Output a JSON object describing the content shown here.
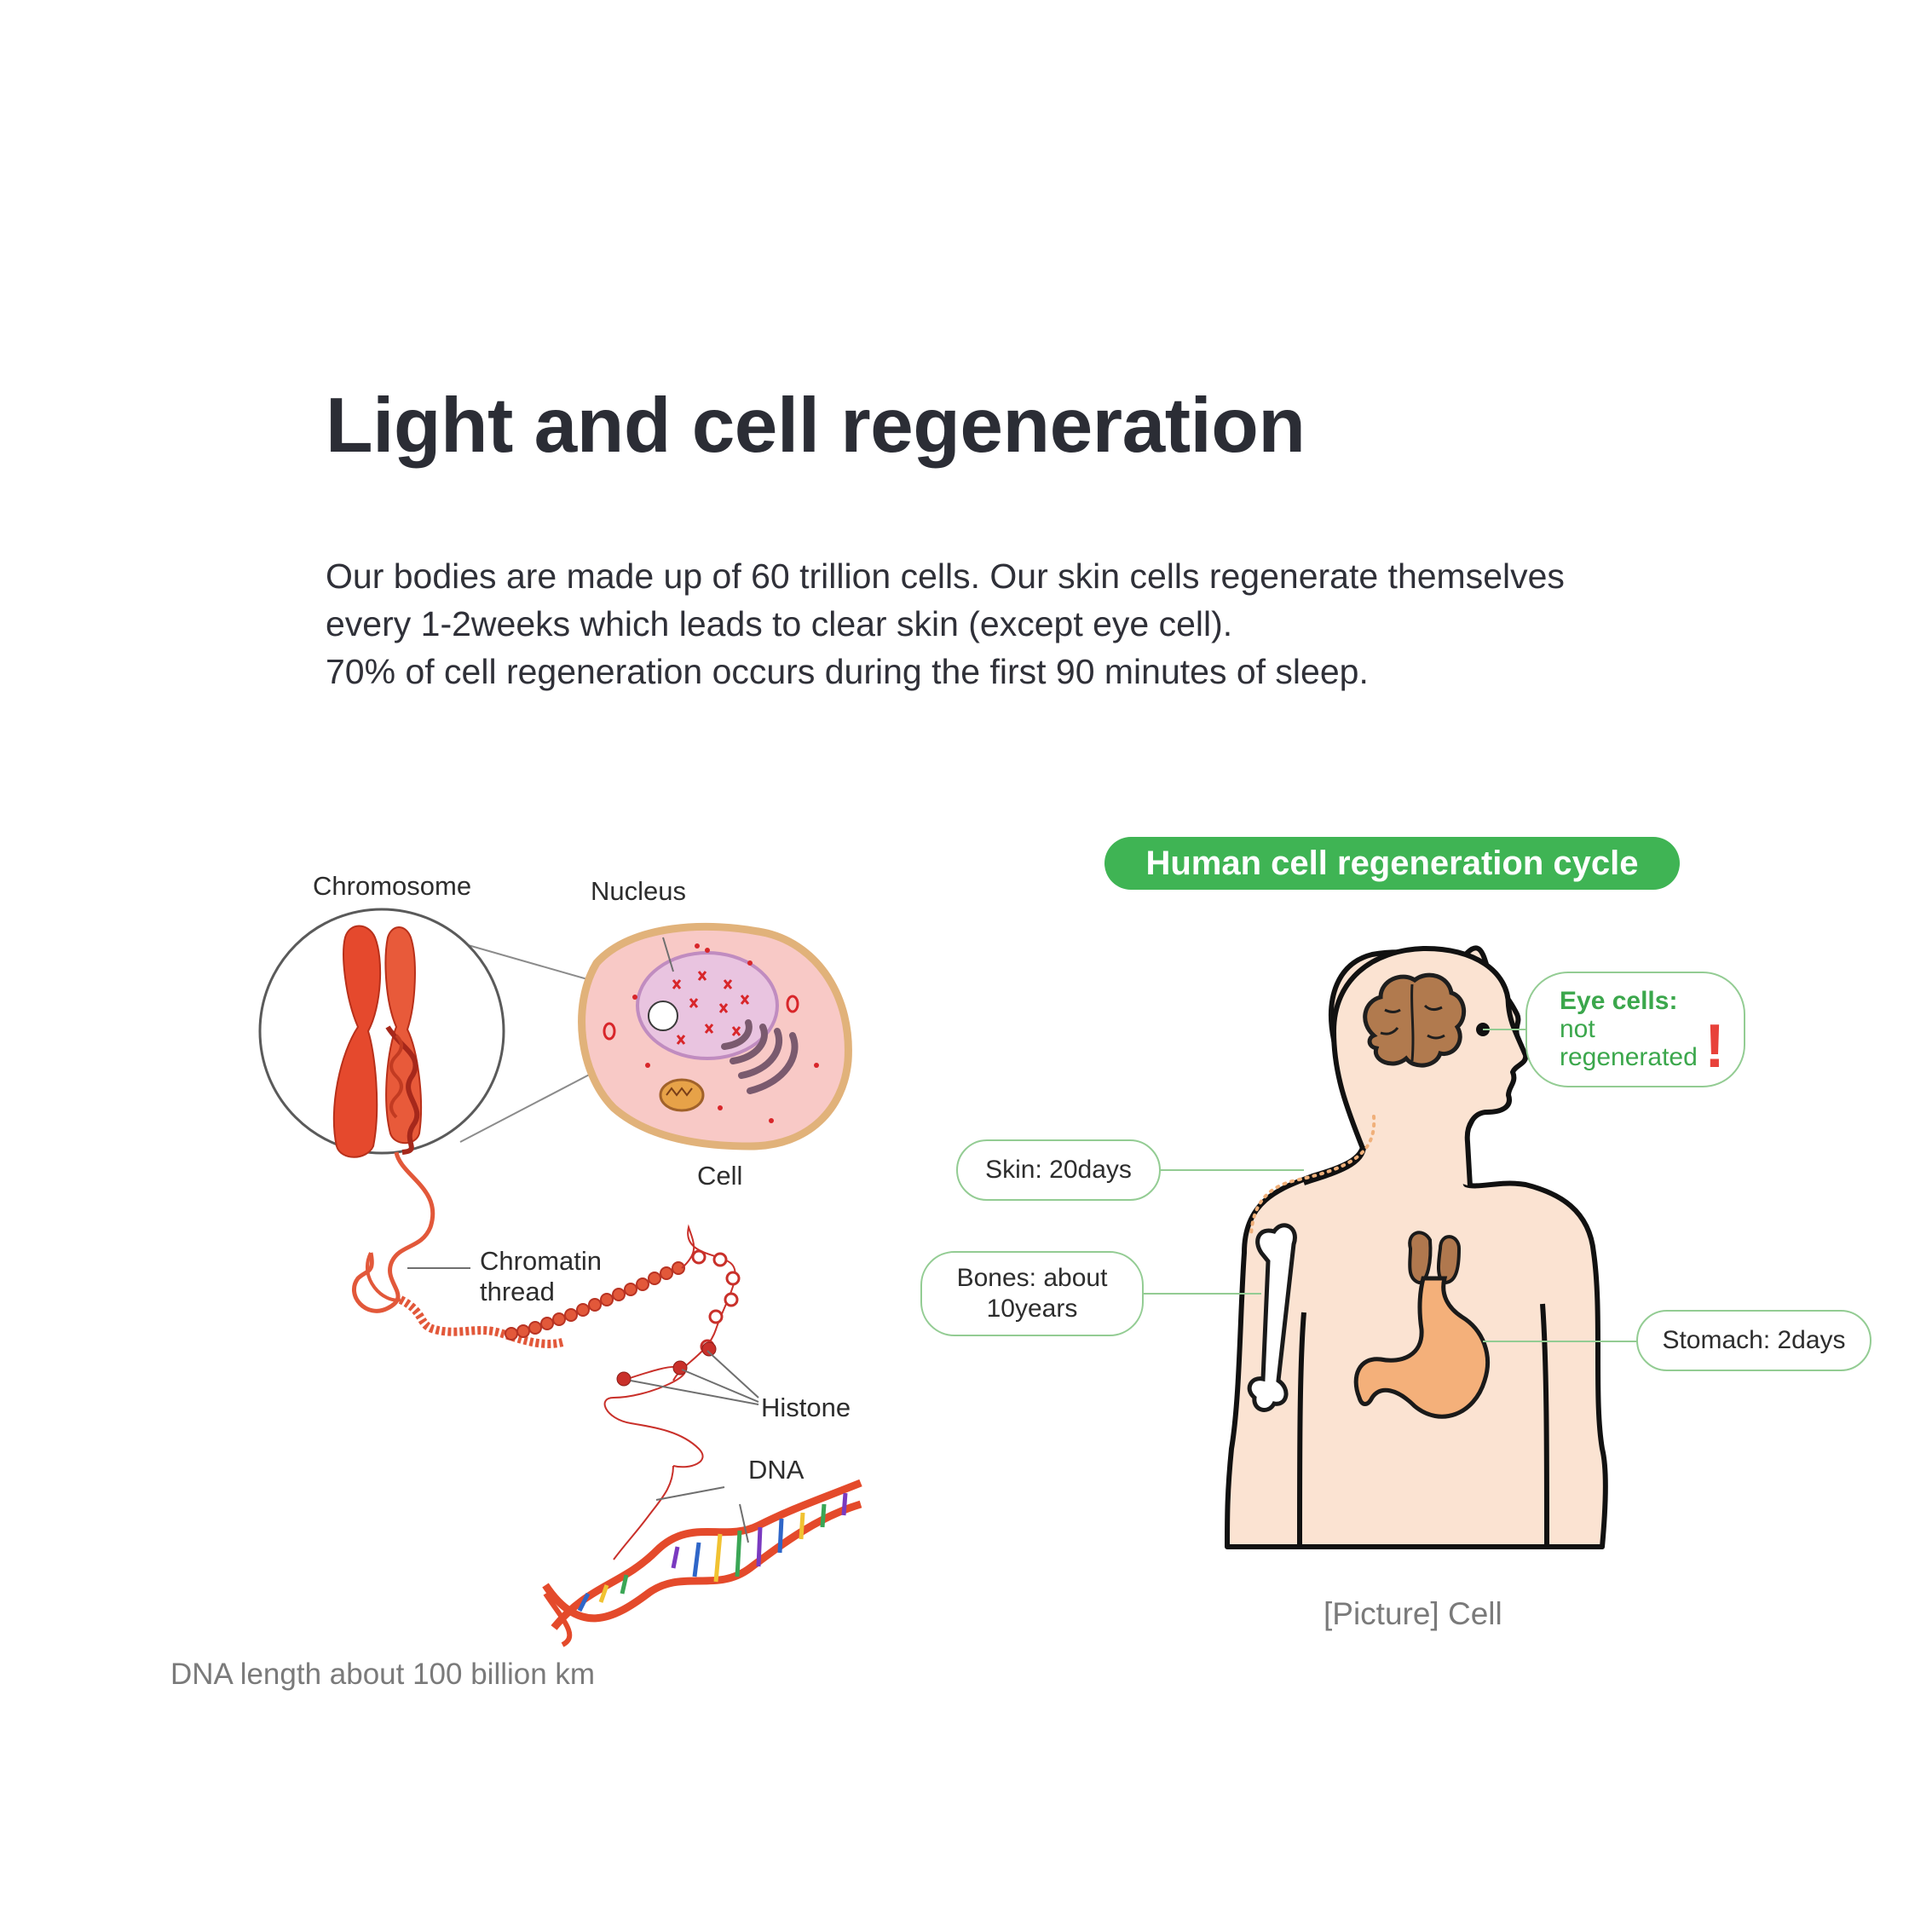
{
  "header": {
    "title": "Light and cell regeneration",
    "intro": [
      "Our bodies are made up of 60 trillion cells. Our skin cells regenerate themselves",
      "every 1-2weeks which leads to clear skin (except eye cell).",
      "70% of cell regeneration occurs during the first 90 minutes of sleep."
    ]
  },
  "cell_diagram": {
    "labels": {
      "chromosome": "Chromosome",
      "nucleus": "Nucleus",
      "cell": "Cell",
      "chromatin_1": "Chromatin",
      "chromatin_2": "thread",
      "histone": "Histone",
      "dna": "DNA"
    },
    "caption": "DNA length about 100 billion km"
  },
  "regeneration_cycle": {
    "title": "Human cell regeneration cycle",
    "eye_heading": "Eye cells:",
    "eye_line2": "not",
    "eye_line3": "regenerated",
    "eye_alert": "!",
    "skin": "Skin: 20days",
    "bones_1": "Bones: about",
    "bones_2": "10years",
    "stomach": "Stomach: 2days",
    "caption": "[Picture] Cell"
  },
  "colors": {
    "accent_green": "#3fb454",
    "bubble_border": "#93cc93",
    "chromosome_red": "#e04a2a",
    "body_skin": "#fbe3d2",
    "alert_red": "#e8413a"
  }
}
